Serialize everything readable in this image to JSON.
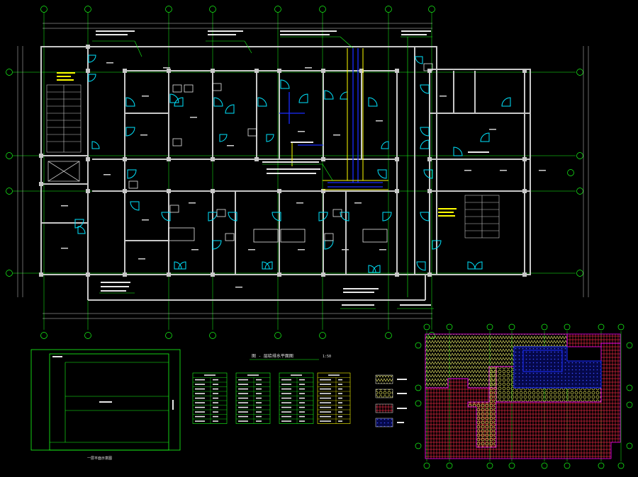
{
  "canvas_bg": "#000000",
  "colors": {
    "wall": "#c8c8c8",
    "grid": "#18ff18",
    "door": "#00e5ff",
    "fixture": "#e8e8e8",
    "dim": "#cfcfcf",
    "yellow": "#ffff00",
    "blue": "#1a2cff",
    "red": "#ff2a4a",
    "magenta": "#ff00ff",
    "hatch_yellow": "#e8e85a"
  },
  "plan_title": "图 - 层给排水平面图",
  "plan_scale": "1:50",
  "small_title": "一层平面示意图",
  "legend_icons": [
    "legend-swatch-zigzag-icon",
    "legend-swatch-circles-icon",
    "legend-swatch-brick-icon",
    "legend-swatch-dots-icon"
  ]
}
